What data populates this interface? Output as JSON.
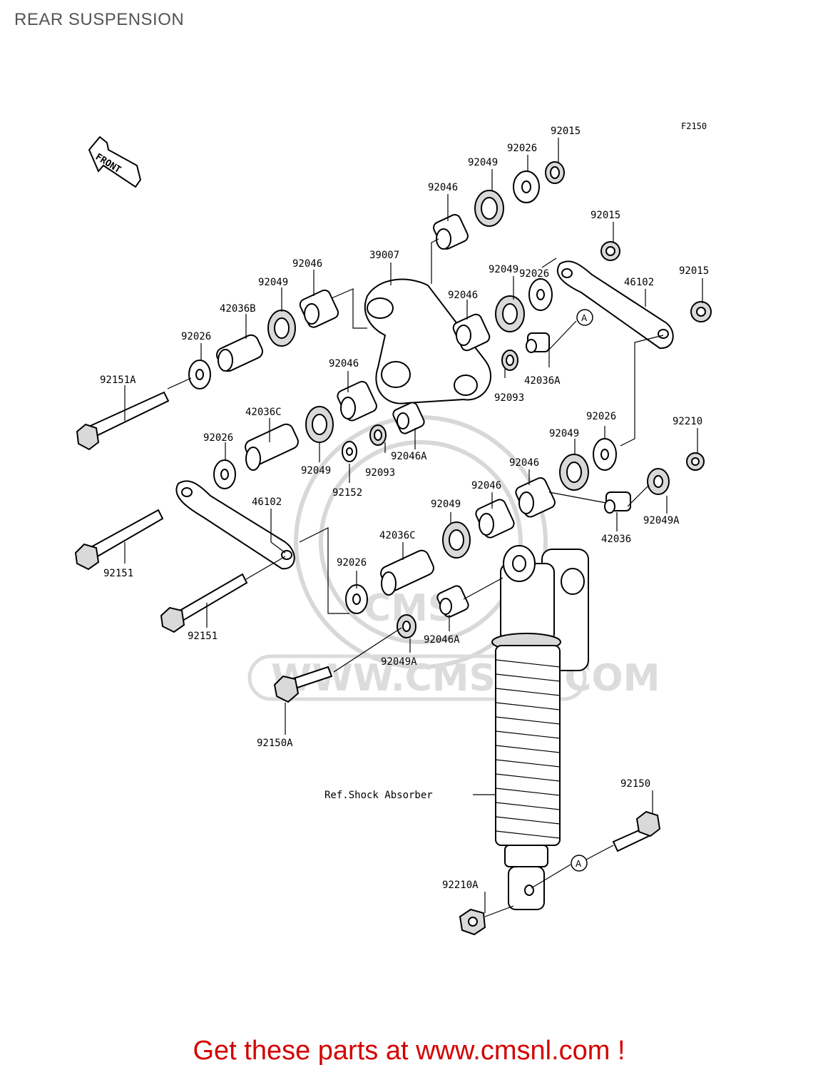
{
  "page": {
    "title": "REAR SUSPENSION",
    "figure_code": "F2150"
  },
  "front_arrow": {
    "label": "FRONT",
    "icon": "front-direction-arrow-icon"
  },
  "watermark": {
    "text": "WWW.CMSNL.COM",
    "logo_text": "CMS"
  },
  "labels": {
    "p92015_a": "92015",
    "p92026_a": "92026",
    "p92049_a": "92049",
    "p92046_a": "92046",
    "p92015_b": "92015",
    "p39007": "39007",
    "p92046_b": "92046",
    "p92049_b": "92049",
    "p92026_b": "92026",
    "p46102_a": "46102",
    "p92015_c": "92015",
    "p42036B": "42036B",
    "p92049_c": "92049",
    "p92046_c": "92046",
    "p92026_c": "92026",
    "p92151A": "92151A",
    "p92046_d": "92046",
    "p92093_a": "92093",
    "p42036A": "42036A",
    "p42036C_a": "42036C",
    "p92026_d": "92026",
    "p92049_d": "92049",
    "p92093_b": "92093",
    "p92046A_a": "92046A",
    "p92152": "92152",
    "p92026_e": "92026",
    "p92049_e": "92049",
    "p92210": "92210",
    "p92046_e": "92046",
    "p46102_b": "46102",
    "p92046_f": "92046",
    "p92049_f": "92049",
    "p92049A_a": "92049A",
    "p42036": "42036",
    "p42036C_b": "42036C",
    "p92151_a": "92151",
    "p92026_f": "92026",
    "p92151_b": "92151",
    "p92046A_b": "92046A",
    "p92049A_b": "92049A",
    "p92150A": "92150A",
    "ref_shock": "Ref.Shock Absorber",
    "p92150": "92150",
    "p92210A": "92210A",
    "ref_a1": "A",
    "ref_a2": "A"
  },
  "footer": {
    "cta": "Get these parts at www.cmsnl.com !",
    "color": "#d40000"
  }
}
